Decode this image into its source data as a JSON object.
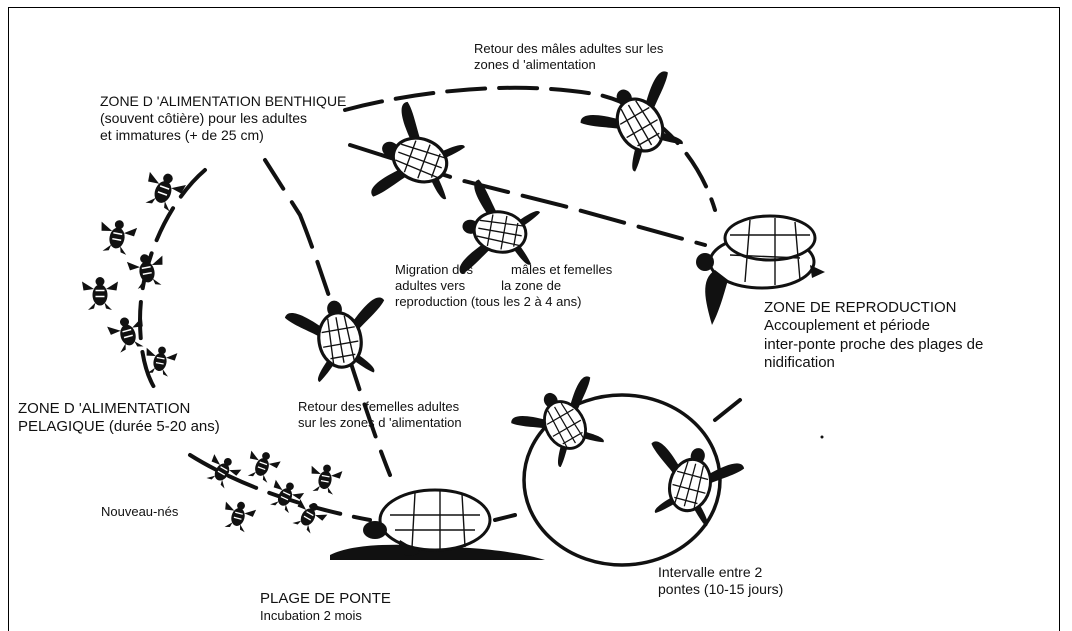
{
  "labels": {
    "benthic_title": "ZONE D 'ALIMENTATION BENTHIQUE",
    "benthic_line2": "(souvent côtière) pour les adultes",
    "benthic_line3": "et immatures (+ de 25 cm)",
    "males_return_line1": "Retour des mâles adultes sur les",
    "males_return_line2": "zones d 'alimentation",
    "migration_line1a": "Migration des",
    "migration_line1b": "mâles et femelles",
    "migration_line2a": "adultes vers",
    "migration_line2b": "la zone de",
    "migration_line3": "reproduction (tous les 2 à 4 ans)",
    "repro_title": "ZONE DE REPRODUCTION",
    "repro_line2": "Accouplement et période",
    "repro_line3": "inter-ponte proche des plages de",
    "repro_line4": "nidification",
    "pelagic_title": "ZONE D 'ALIMENTATION",
    "pelagic_line2": "PELAGIQUE (durée 5-20 ans)",
    "females_return_line1": "Retour des femelles adultes",
    "females_return_line2": "sur les zones d 'alimentation",
    "hatchlings": "Nouveau-nés",
    "nesting_title": "PLAGE DE PONTE",
    "nesting_line2": "Incubation 2 mois",
    "interval_line1": "Intervalle entre 2",
    "interval_line2": "pontes (10-15 jours)"
  }
}
